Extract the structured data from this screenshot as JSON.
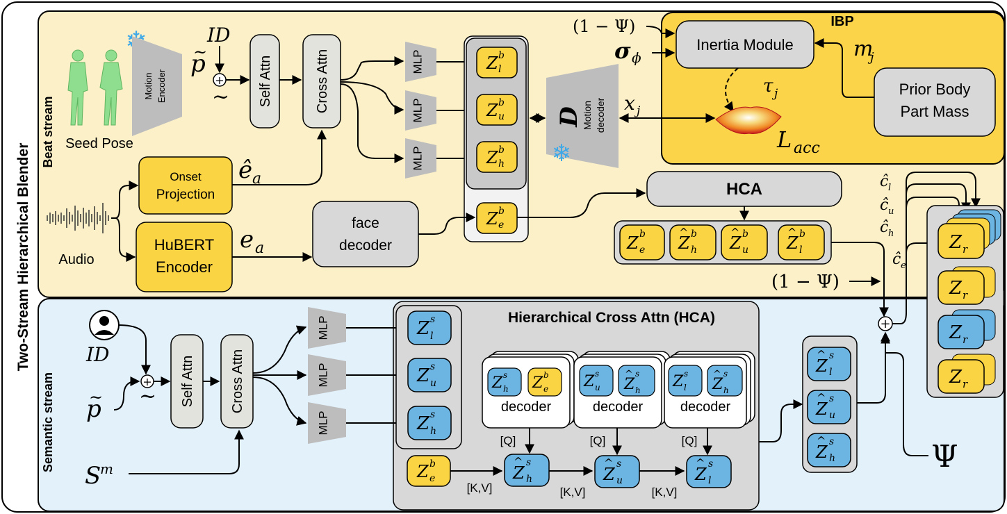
{
  "outer": {
    "title": "Two-Stream Hierarchical Blender"
  },
  "beat": {
    "label": "Beat stream",
    "seed_pose": "Seed Pose",
    "motion_encoder": [
      "Motion",
      "Encoder"
    ],
    "id": "ID",
    "p": "p",
    "self_attn": "Self Attn",
    "cross_attn": "Cross Attn",
    "mlp": "MLP",
    "z_l": "Z",
    "z_l_sub": "l",
    "z_sup": "b",
    "z_u_sub": "u",
    "z_h_sub": "h",
    "z_e_sub": "e",
    "d": "D",
    "motion_decoder": [
      "Motion",
      "decoder"
    ],
    "onset_projection": [
      "Onset",
      "Projection"
    ],
    "e_hat_a": "ê",
    "e_a": "e",
    "a_sub": "a",
    "hubert": [
      "HuBERT",
      "Encoder"
    ],
    "audio": "Audio",
    "face_decoder": [
      "face",
      "decoder"
    ],
    "hca": "HCA",
    "one_minus_psi": "(1 − Ψ)"
  },
  "ibp": {
    "title": "IBP",
    "inertia_module": "Inertia Module",
    "prior_body": [
      "Prior Body",
      "Part Mass"
    ],
    "one_minus_psi": "(1 − Ψ)",
    "sigma_phi": "σ",
    "phi": "ϕ",
    "m_j": "m",
    "j": "j",
    "tau_j": "τ",
    "x_j": "x",
    "l_acc": "L",
    "acc": "acc"
  },
  "semantic": {
    "label": "Semantic stream",
    "id": "ID",
    "p": "p",
    "s_m": "S",
    "m": "m",
    "self_attn": "Self Attn",
    "cross_attn": "Cross Attn",
    "mlp": "MLP",
    "hca_title": "Hierarchical Cross Attn (HCA)",
    "decoder": "decoder",
    "q": "[Q]",
    "kv": "[K,V]",
    "z": "Z",
    "sup": "s",
    "psi": "Ψ"
  },
  "right": {
    "c_l": "ĉ",
    "c_sub_l": "l",
    "c_u": "ĉ",
    "c_sub_u": "u",
    "c_h": "ĉ",
    "c_sub_h": "h",
    "c_e": "ĉ",
    "c_sub_e": "e",
    "z_r": "Z",
    "r": "r"
  },
  "colors": {
    "beat_bg": "#fbf0c8",
    "semantic_bg": "#e3f1fb",
    "ibp_bg": "#fcd44a",
    "yellow_box": "#fbd443",
    "blue_box": "#6cb4e2",
    "gray_box": "#d8d8d8",
    "dark_gray": "#bdbdbd"
  }
}
